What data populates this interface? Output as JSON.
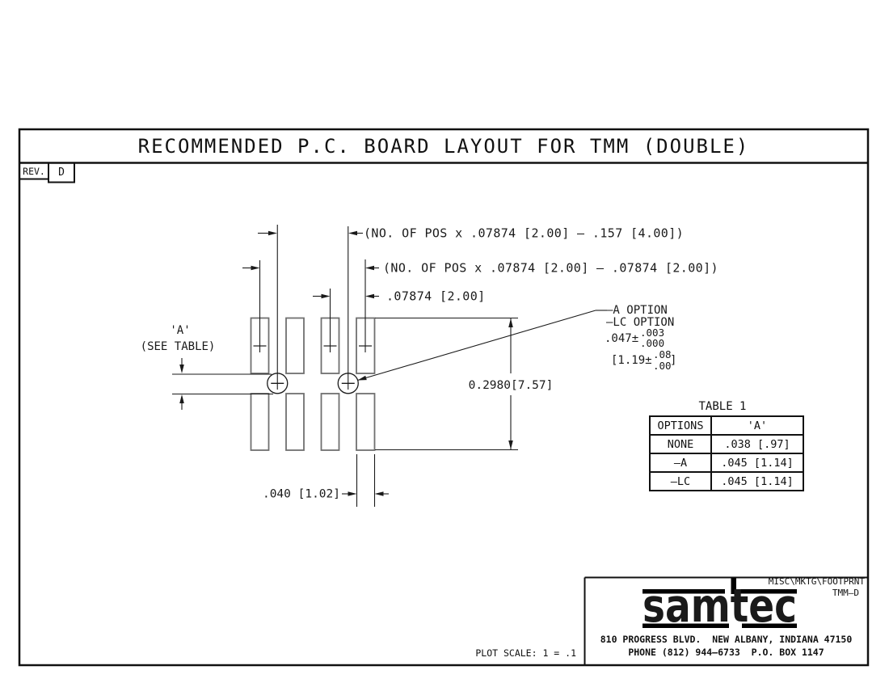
{
  "title_block": {
    "title": "RECOMMENDED P.C. BOARD LAYOUT FOR TMM (DOUBLE)",
    "rev_label": "REV.",
    "rev_value": "D"
  },
  "annotations": {
    "dim_overall": "(NO. OF POS x .07874 [2.00] – .157 [4.00])",
    "dim_positions": "(NO. OF POS x .07874 [2.00] – .07874 [2.00])",
    "dim_pitch": ".07874 [2.00]",
    "dim_a_label": "'A'",
    "dim_a_note": "(SEE TABLE)",
    "dim_row_span": "0.2980[7.57]",
    "dim_pad_width": ".040 [1.02]",
    "note_a_option": "–A OPTION",
    "note_lc_option": "–LC OPTION",
    "tol_in_main": ".047±",
    "tol_in_plus": ".003",
    "tol_in_minus": ".000",
    "tol_mm_open": "[1.19±",
    "tol_mm_plus": ".08",
    "tol_mm_minus": ".00",
    "tol_mm_close": "]"
  },
  "table1": {
    "title": "TABLE 1",
    "col_headers": [
      "OPTIONS",
      "'A'"
    ],
    "rows": [
      {
        "option": "NONE",
        "a": ".038 [.97]"
      },
      {
        "option": "–A",
        "a": ".045 [1.14]"
      },
      {
        "option": "–LC",
        "a": ".045 [1.14]"
      }
    ]
  },
  "footer": {
    "file_path": "MISC\\MKTG\\FOOTPRNT",
    "drawing_id": "TMM–D",
    "logo_text": "samtec",
    "address": "810 PROGRESS BLVD.  NEW ALBANY, INDIANA 47150",
    "phone_po": "PHONE (812) 944–6733  P.O. BOX 1147",
    "plot_scale": "PLOT SCALE: 1 = .1"
  },
  "colors": {
    "line": "#1a1a1a",
    "pad_outline": "#707070",
    "background": "#ffffff"
  }
}
